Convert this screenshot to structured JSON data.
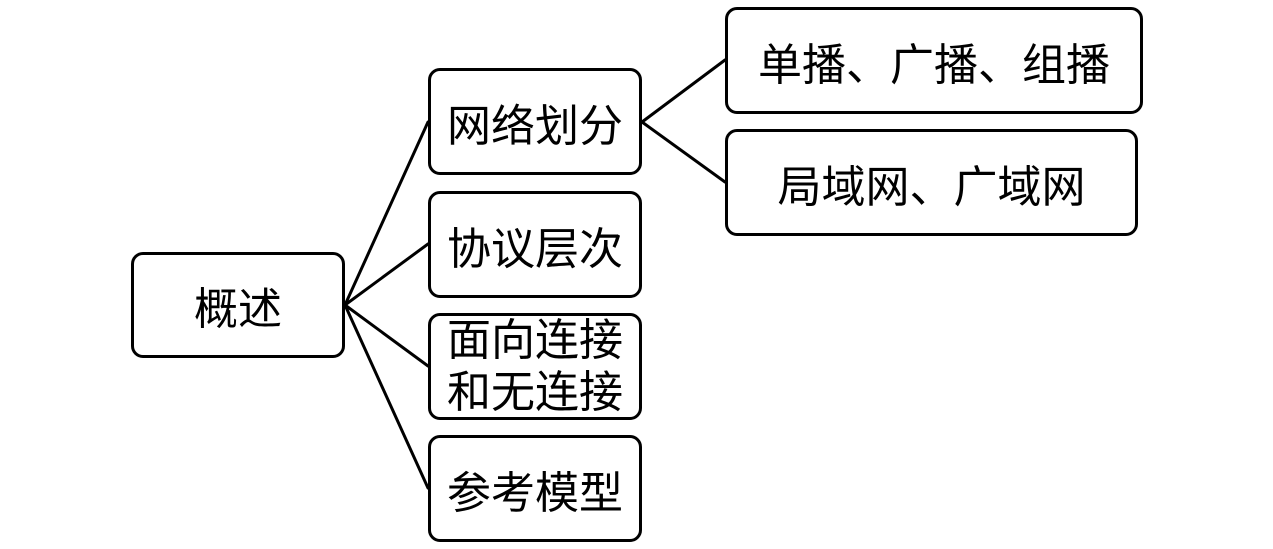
{
  "diagram": {
    "type": "mind-map",
    "line_color": "#000000",
    "root": {
      "label": "概述",
      "children": [
        {
          "label": "网络划分",
          "children": [
            {
              "label": "单播、广播、组播"
            },
            {
              "label": "局域网、广域网"
            }
          ]
        },
        {
          "label": "协议层次"
        },
        {
          "label": "面向连接\n和无连接"
        },
        {
          "label": "参考模型"
        }
      ]
    }
  }
}
